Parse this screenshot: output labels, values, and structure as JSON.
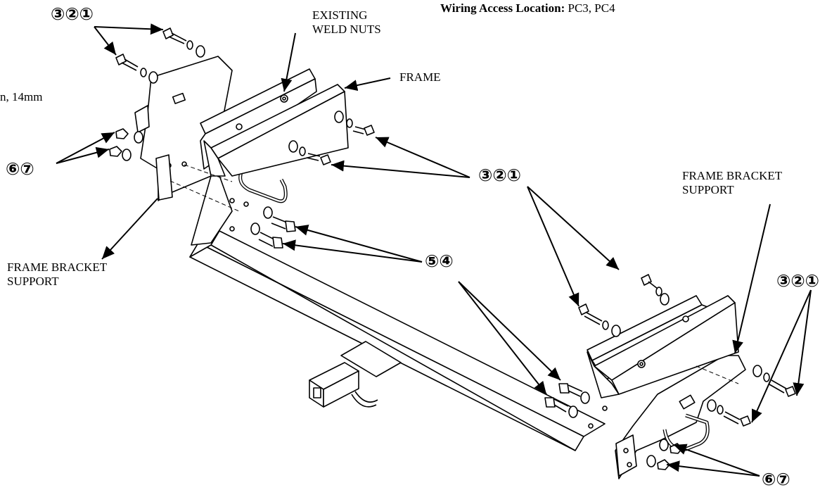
{
  "wiring": {
    "label": "Wiring Access Location:",
    "value": "PC3, PC4"
  },
  "labels": {
    "existing_weld_nuts": "EXISTING\nWELD NUTS",
    "frame": "FRAME",
    "torque_fragment": "n, 14mm",
    "frame_bracket_support_left": "FRAME BRACKET\nSUPPORT",
    "frame_bracket_support_right": "FRAME BRACKET\nSUPPORT"
  },
  "callouts": {
    "c321_top_left": "③②①",
    "c67_left": "⑥⑦",
    "c321_center": "③②①",
    "c54": "⑤④",
    "c321_right": "③②①",
    "c67_bottom_right": "⑥⑦"
  }
}
